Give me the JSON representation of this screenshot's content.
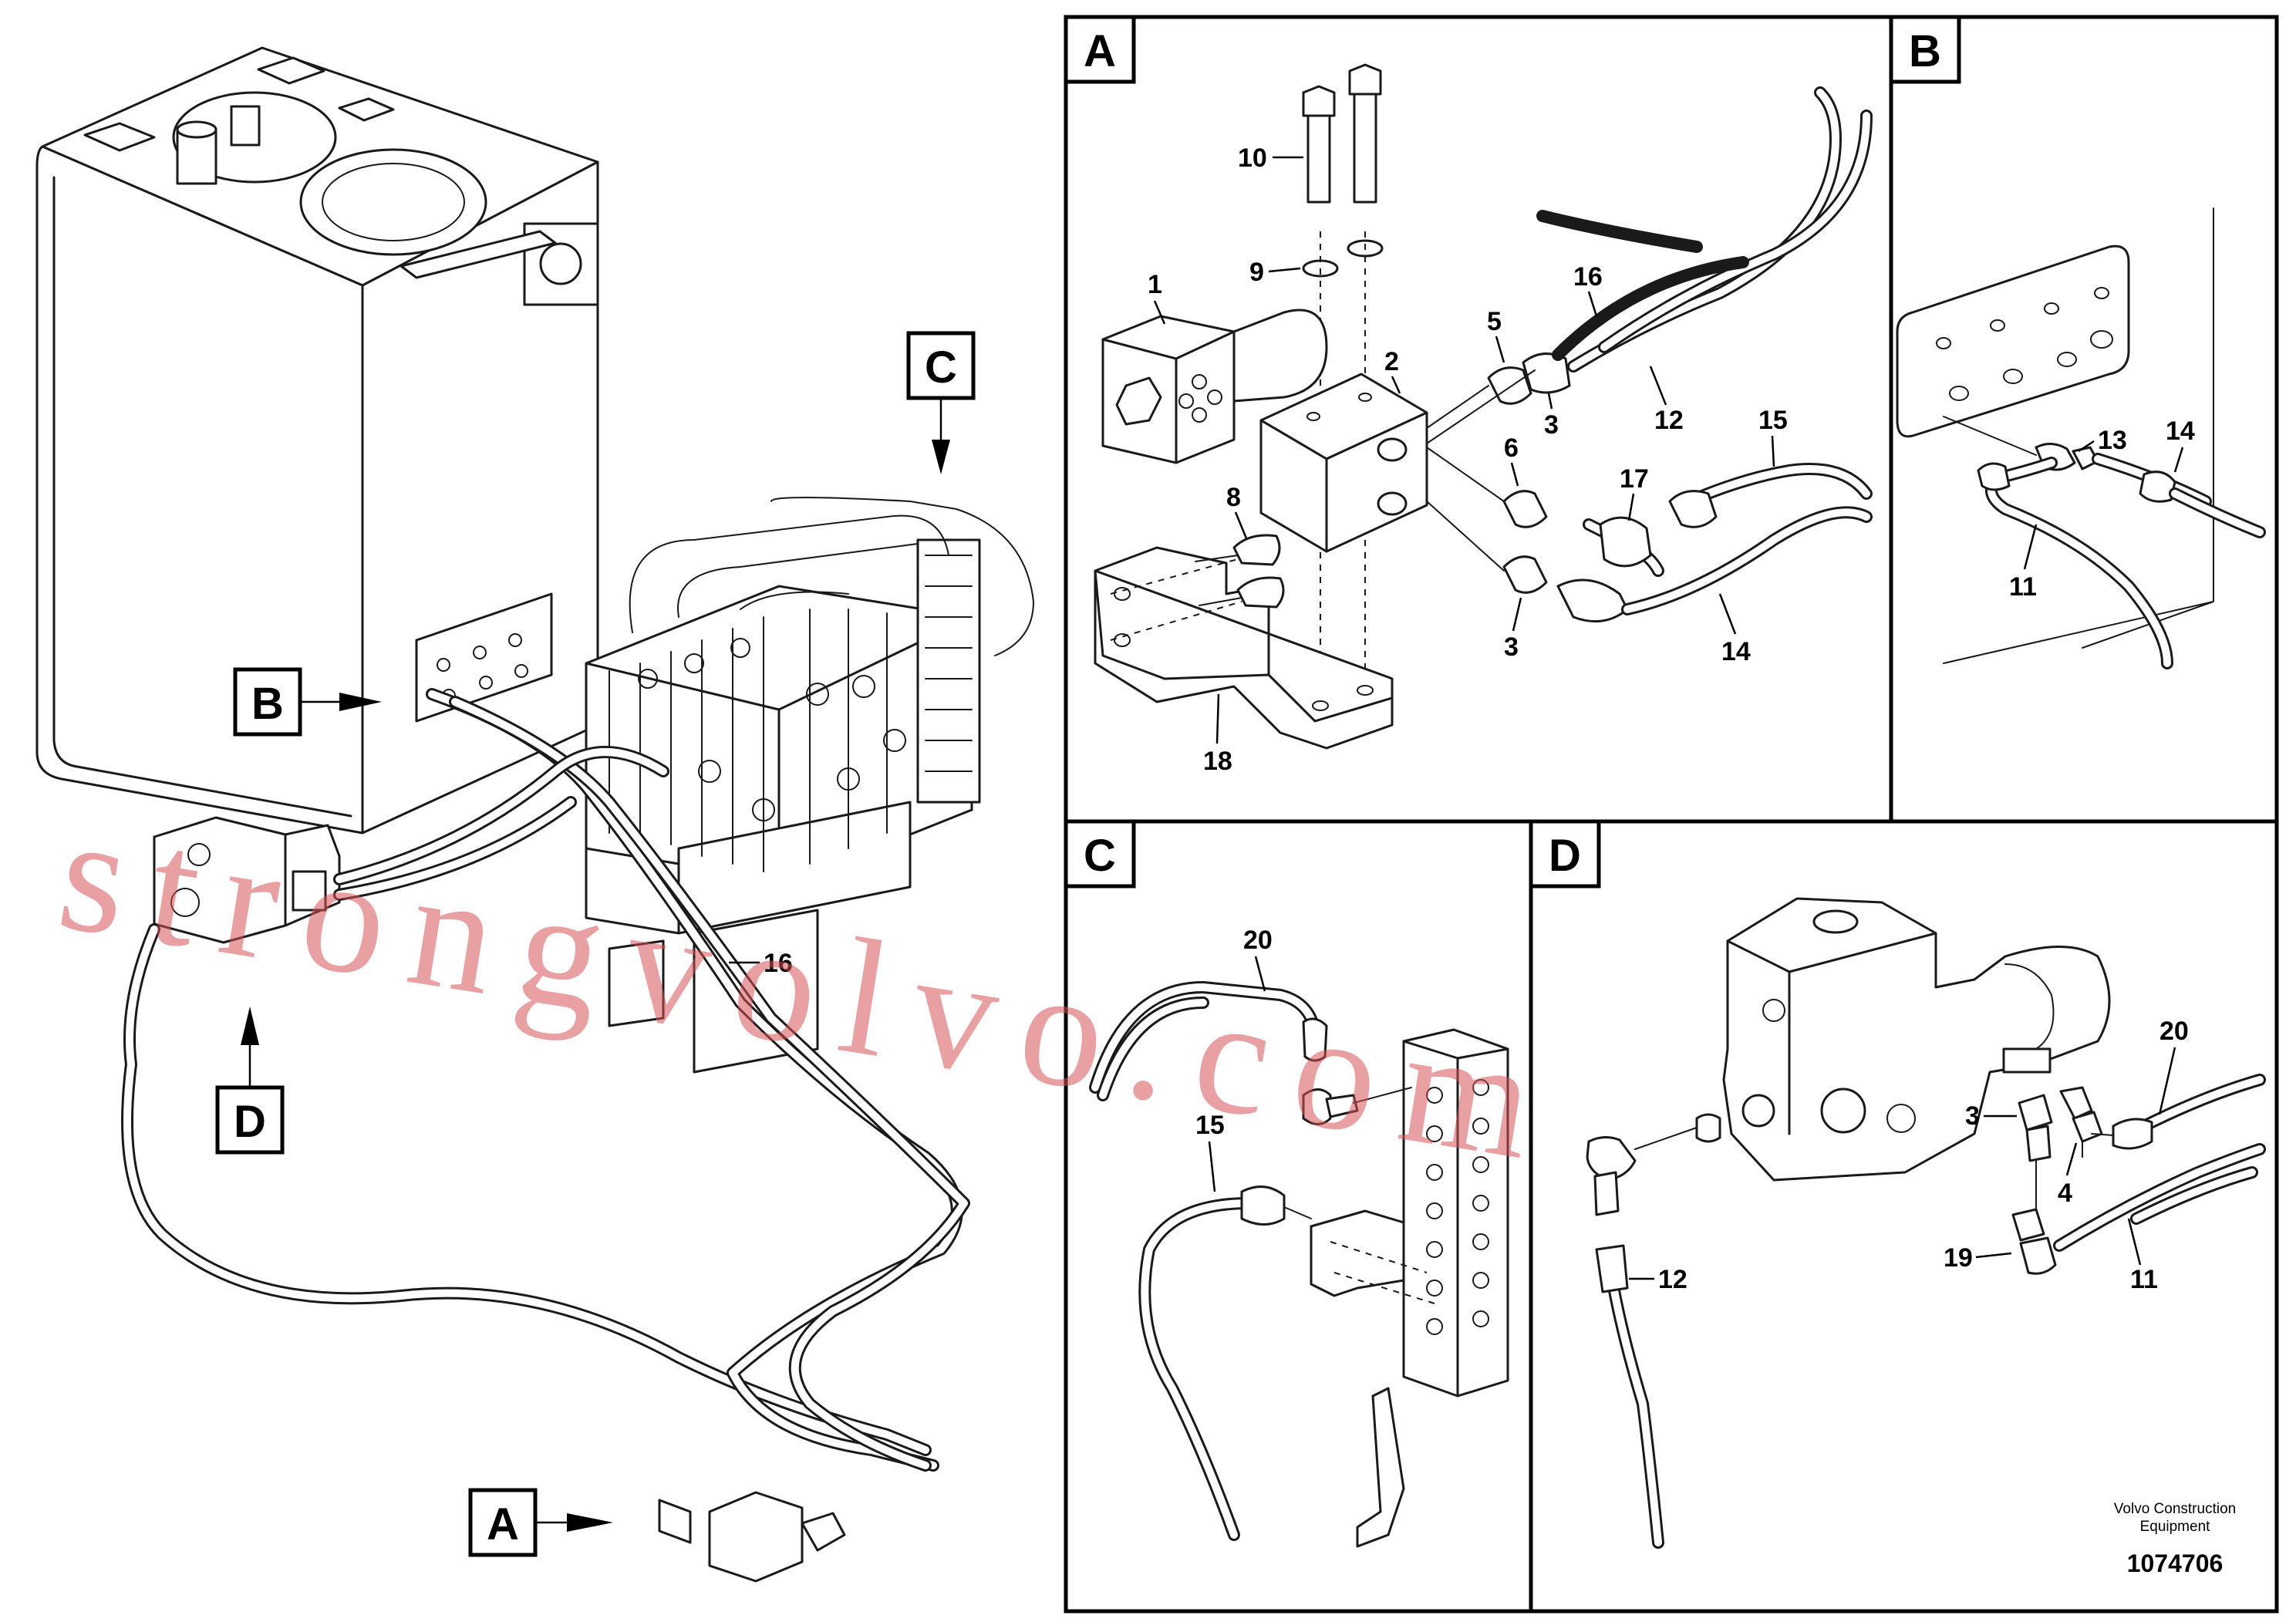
{
  "detail_labels": {
    "a": "A",
    "b": "B",
    "c": "C",
    "d": "D"
  },
  "overview": {
    "callout_a": "A",
    "callout_b": "B",
    "callout_c": "C",
    "callout_d": "D",
    "part_16": "16"
  },
  "panel_a": {
    "title": "A",
    "parts": {
      "p1": "1",
      "p2": "2",
      "p3a": "3",
      "p3b": "3",
      "p5": "5",
      "p6": "6",
      "p8": "8",
      "p9": "9",
      "p10": "10",
      "p12": "12",
      "p14": "14",
      "p15": "15",
      "p16": "16",
      "p17": "17",
      "p18": "18"
    }
  },
  "panel_b": {
    "title": "B",
    "parts": {
      "p11": "11",
      "p13": "13",
      "p14": "14"
    }
  },
  "panel_c": {
    "title": "C",
    "parts": {
      "p15": "15",
      "p20": "20"
    }
  },
  "panel_d": {
    "title": "D",
    "parts": {
      "p3": "3",
      "p4": "4",
      "p11": "11",
      "p12": "12",
      "p19": "19",
      "p20": "20"
    }
  },
  "credit": {
    "line1": "Volvo Construction",
    "line2": "Equipment"
  },
  "drawing_number": "1074706",
  "watermark": "strongvolvo.com"
}
